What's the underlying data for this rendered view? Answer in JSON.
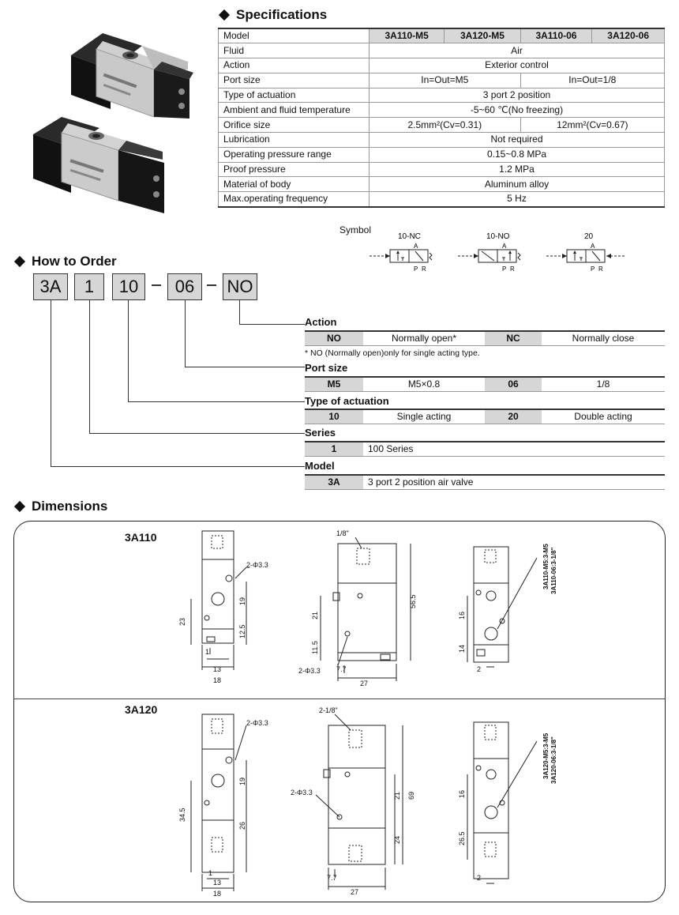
{
  "specifications": {
    "title": "Specifications",
    "headers": [
      "Model",
      "3A110-M5",
      "3A120-M5",
      "3A110-06",
      "3A120-06"
    ],
    "rows": [
      {
        "label": "Fluid",
        "values": [
          "Air"
        ]
      },
      {
        "label": "Action",
        "values": [
          "Exterior control"
        ]
      },
      {
        "label": "Port size",
        "values": [
          "In=Out=M5",
          "In=Out=1/8"
        ]
      },
      {
        "label": "Type of actuation",
        "values": [
          "3 port 2 position"
        ]
      },
      {
        "label": "Ambient and fluid temperature",
        "values": [
          "-5~60 ℃(No freezing)"
        ]
      },
      {
        "label": "Orifice size",
        "values": [
          "2.5mm²(Cv=0.31)",
          "12mm²(Cv=0.67)"
        ]
      },
      {
        "label": "Lubrication",
        "values": [
          "Not required"
        ]
      },
      {
        "label": "Operating pressure range",
        "values": [
          "0.15~0.8 MPa"
        ]
      },
      {
        "label": "Proof pressure",
        "values": [
          "1.2 MPa"
        ]
      },
      {
        "label": "Material of body",
        "values": [
          "Aluminum alloy"
        ]
      },
      {
        "label": "Max.operating frequency",
        "values": [
          "5 Hz"
        ]
      }
    ]
  },
  "symbol": {
    "label": "Symbol",
    "items": [
      {
        "name": "10-NC",
        "top": "A",
        "p": "P",
        "r": "R"
      },
      {
        "name": "10-NO",
        "top": "A",
        "p": "P",
        "r": "R"
      },
      {
        "name": "20",
        "top": "A",
        "p": "P",
        "r": "R"
      }
    ]
  },
  "order": {
    "title": "How to Order",
    "codes": [
      "3A",
      "1",
      "10",
      "06",
      "NO"
    ],
    "dash": "—",
    "action": {
      "title": "Action",
      "cells": [
        "NO",
        "Normally open*",
        "NC",
        "Normally close"
      ],
      "note": "* NO (Normally open)only for  single acting type."
    },
    "port": {
      "title": "Port size",
      "cells": [
        "M5",
        "M5×0.8",
        "06",
        "1/8"
      ]
    },
    "actuation": {
      "title": "Type of actuation",
      "cells": [
        "10",
        "Single acting",
        "20",
        "Double acting"
      ]
    },
    "series": {
      "title": "Series",
      "cells": [
        "1",
        "100 Series"
      ]
    },
    "model": {
      "title": "Model",
      "cells": [
        "3A",
        "3 port 2 position air valve"
      ]
    }
  },
  "dimensions": {
    "title": "Dimensions",
    "m110": {
      "name": "3A110",
      "front": {
        "hole": "2-Φ3.3",
        "d23": "23",
        "d19": "19",
        "d125": "12.5",
        "d1": "1",
        "d13": "13",
        "d18": "18"
      },
      "side": {
        "port": "1/8\"",
        "d565": "56.5",
        "d21": "21",
        "d115": "11.5",
        "hole": "2-Φ3.3",
        "d77": "7.7",
        "d27": "27"
      },
      "back": {
        "v1": "3A110-M5:3-M5",
        "v2": "3A110-06:3-1/8\"",
        "d16": "16",
        "d14": "14",
        "d2": "2"
      }
    },
    "m120": {
      "name": "3A120",
      "front": {
        "hole": "2-Φ3.3",
        "d345": "34.5",
        "d19": "19",
        "d26": "26",
        "d1": "1",
        "d13": "13",
        "d18": "18"
      },
      "side": {
        "port": "2-1/8\"",
        "hole": "2-Φ3.3",
        "d21": "21",
        "d69": "69",
        "d24": "24",
        "d77": "7.7",
        "d27": "27"
      },
      "back": {
        "v1": "3A120-M5:3-M5",
        "v2": "3A120-06:3-1/8\"",
        "d16": "16",
        "d265": "26.5",
        "d2": "2"
      }
    }
  }
}
